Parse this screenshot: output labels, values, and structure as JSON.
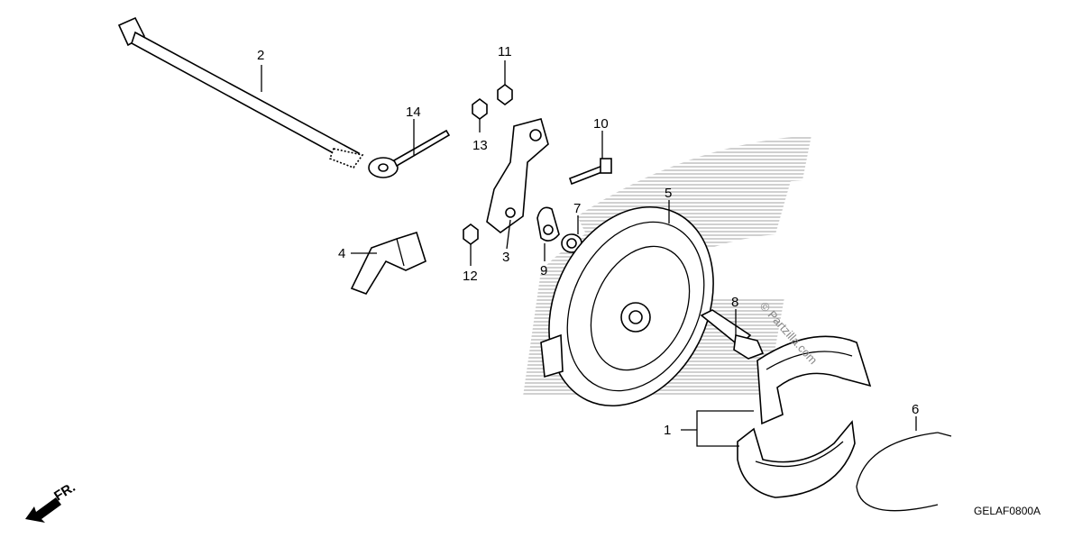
{
  "callouts": [
    "1",
    "2",
    "3",
    "4",
    "5",
    "6",
    "7",
    "8",
    "9",
    "10",
    "11",
    "12",
    "13",
    "14"
  ],
  "diagram_code": "GELAF0800A",
  "watermark": "© Partzilla.com",
  "direction_label": "FR.",
  "colors": {
    "ink": "#000000",
    "logo_gray": "#d6d6d6",
    "background": "#ffffff"
  }
}
